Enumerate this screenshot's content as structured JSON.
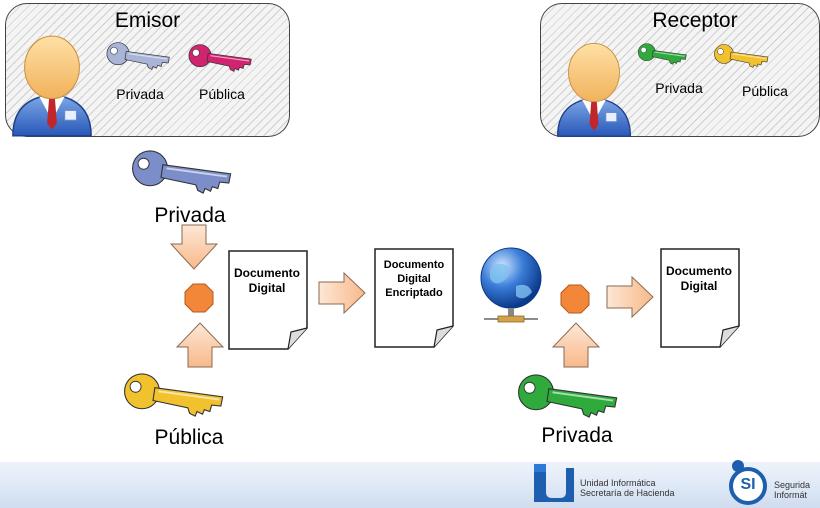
{
  "sender": {
    "title": "Emisor",
    "key_private": "Privada",
    "key_public": "Pública"
  },
  "receiver": {
    "title": "Receptor",
    "key_private": "Privada",
    "key_public": "Pública"
  },
  "flow": {
    "sender_private_label": "Privada",
    "receiver_public_label": "Pública",
    "receiver_private_label": "Privada",
    "doc1": [
      "Documento",
      "Digital"
    ],
    "doc2": [
      "Documento",
      "Digital",
      "Encriptado"
    ],
    "doc3": [
      "Documento",
      "Digital"
    ]
  },
  "footer": {
    "logo1_line1": "Unidad Informática",
    "logo1_line2": "Secretaría de Hacienda",
    "logo2_mark": "SI",
    "logo2_line1": "Segurida",
    "logo2_line2": "Informát"
  },
  "colors": {
    "key_blue": "#6f86c4",
    "key_pink": "#d0246e",
    "key_green": "#2faa3c",
    "key_yellow": "#f2c12e",
    "arrow_fill": "#fbd2b2",
    "octagon": "#f2873a",
    "logo_blue": "#1d5fae"
  }
}
